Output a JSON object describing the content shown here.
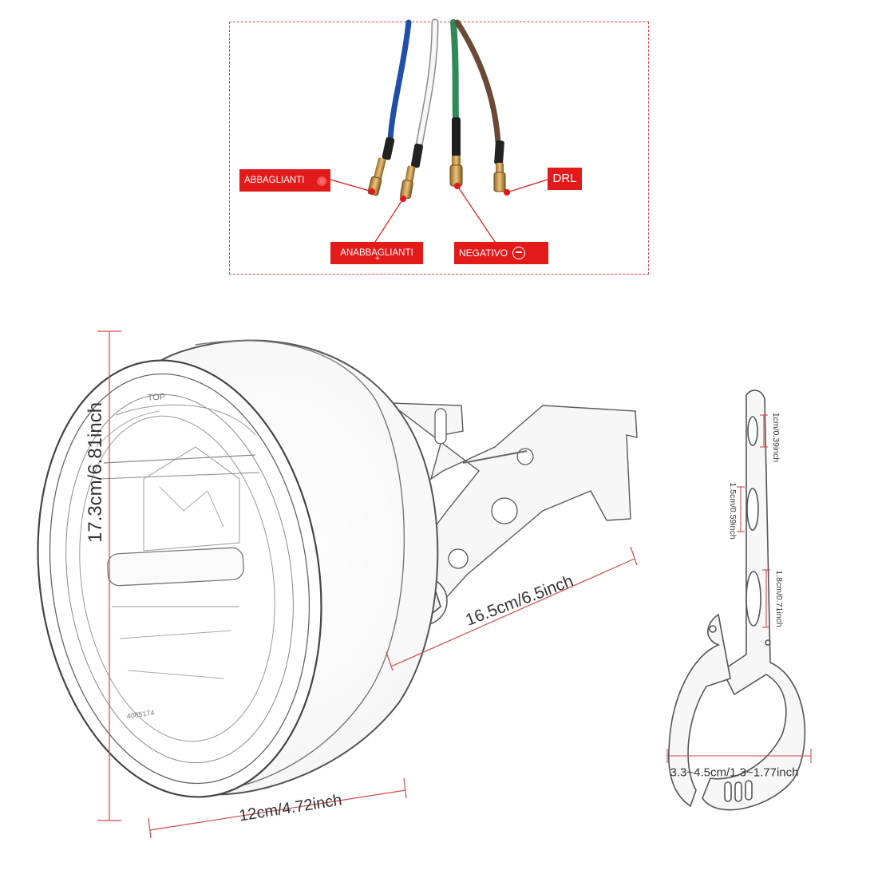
{
  "labels": {
    "abbaglianti": "ABBAGLIANTI",
    "anabbaglianti": "ANABBAGLIANTI",
    "anabbaglianti_plus": "+",
    "negativo": "NEGATIVO",
    "drl": "DRL"
  },
  "dimensions": {
    "height": "17.3cm/6.81inch",
    "depth": "16.5cm/6.5inch",
    "width": "12cm/4.72inch",
    "hole_small": "1cm/0.39inch",
    "hole_mid": "1.5cm/0.59inch",
    "hole_large": "1.8cm/0.71inch",
    "clamp": "3.3~4.5cm/1.3~1.77inch"
  },
  "lens_text": {
    "top_mark": "TOP",
    "code": "4085174"
  },
  "colors": {
    "label_bg": "#e21a1a",
    "dashed_border": "#d24a4a",
    "wire_blue": "#1f4fa8",
    "wire_white": "#f2f2f2",
    "wire_green": "#2f8a5a",
    "wire_brown": "#6b4a35",
    "dim_line": "#d14b4b"
  },
  "icons": [
    "minus-circle-icon"
  ]
}
